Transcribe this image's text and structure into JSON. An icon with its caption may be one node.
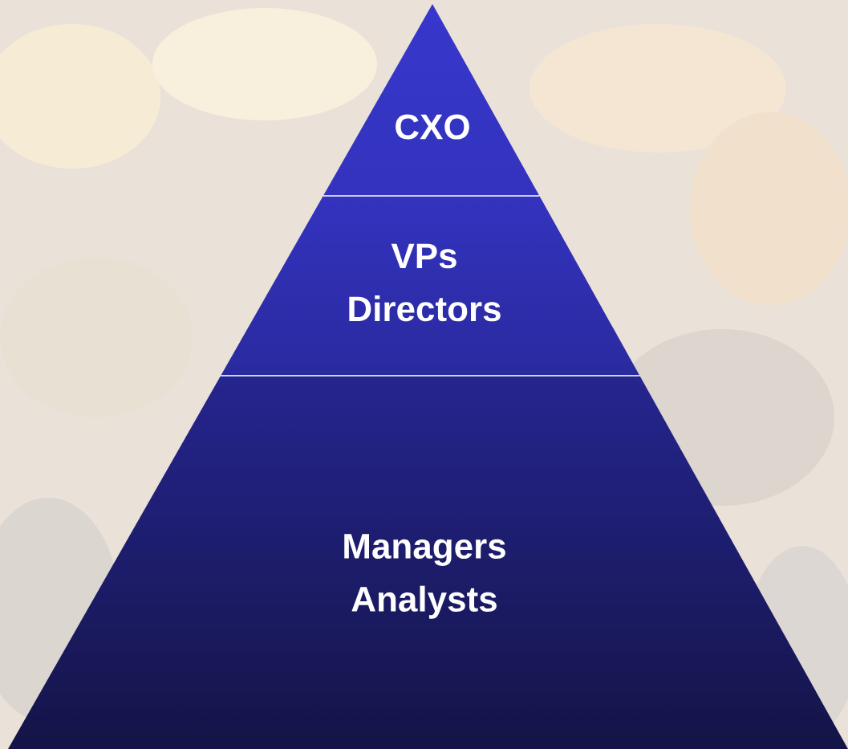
{
  "diagram": {
    "nodes": [
      {
        "text": [
          "CXO"
        ]
      },
      {
        "text": [
          "VPs Directors"
        ]
      },
      {
        "text": [
          "Managers Analysts"
        ]
      }
    ]
  }
}
